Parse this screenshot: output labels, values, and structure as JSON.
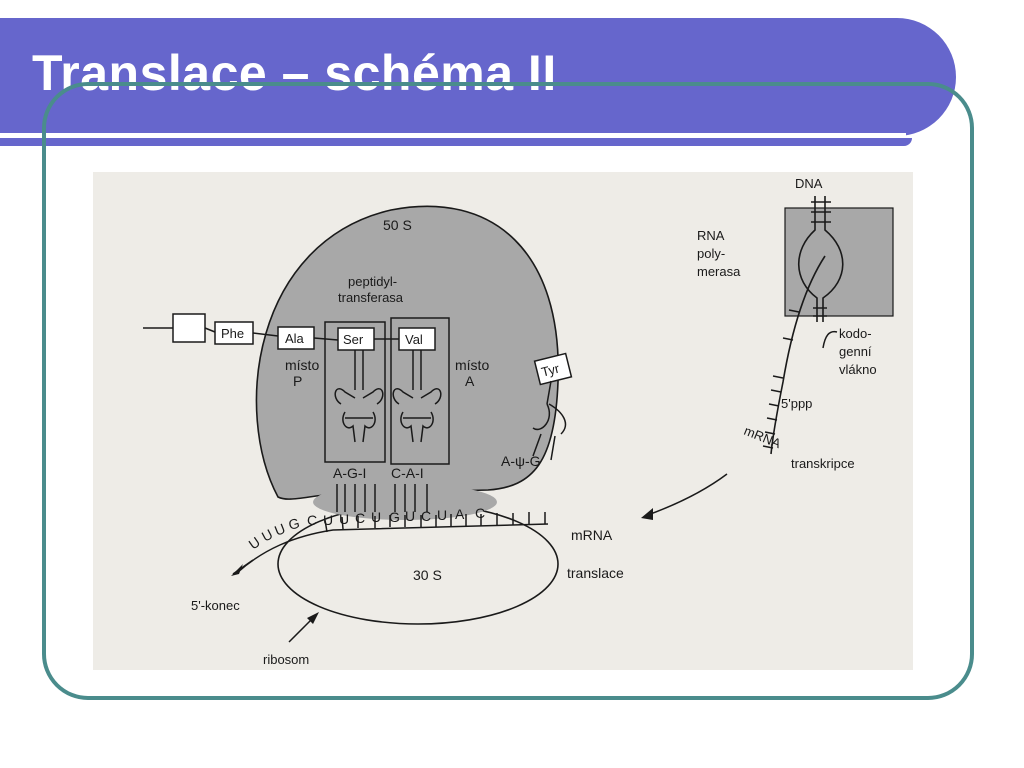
{
  "slide": {
    "title": "Translace – schéma II"
  },
  "diagram": {
    "large_subunit": "50 S",
    "small_subunit": "30 S",
    "peptidyl_1": "peptidyl-",
    "peptidyl_2": "transferasa",
    "site_p_1": "místo",
    "site_p_2": "P",
    "site_a_1": "místo",
    "site_a_2": "A",
    "aa_phe": "Phe",
    "aa_ala": "Ala",
    "aa_ser": "Ser",
    "aa_val": "Val",
    "aa_tyr": "Tyr",
    "anticodon_1": "A-G-I",
    "anticodon_2": "C-A-I",
    "anticodon_3": "A-ψ-G",
    "mrna_bases": [
      "U",
      "U",
      "U",
      "G",
      "C",
      "U",
      "U",
      "C",
      "U",
      "G",
      "U",
      "C",
      "U",
      "A",
      "C"
    ],
    "label_mrna": "mRNA",
    "label_mrna_tilted": "mRNA",
    "label_translace": "translace",
    "label_5_konec": "5'-konec",
    "label_ribosom": "ribosom",
    "label_dna": "DNA",
    "label_rna_pol_1": "RNA",
    "label_rna_pol_2": "poly-",
    "label_rna_pol_3": "merasa",
    "label_kod_1": "kodo-",
    "label_kod_2": "genní",
    "label_kod_3": "vlákno",
    "label_5ppp": "5'ppp",
    "label_transkripce": "transkripce"
  }
}
